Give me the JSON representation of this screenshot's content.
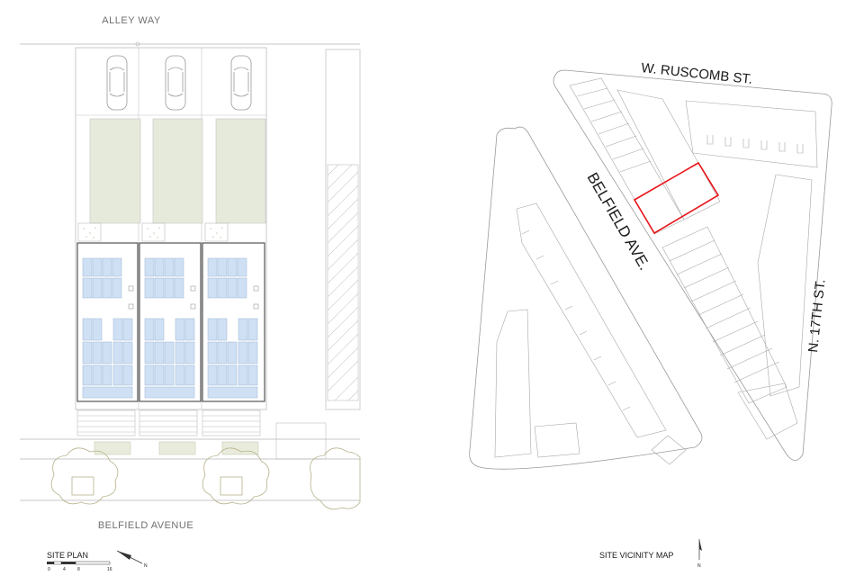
{
  "site_plan": {
    "top_label": "ALLEY WAY",
    "bottom_label": "BELFIELD AVENUE",
    "caption": "SITE PLAN",
    "scale_ticks": [
      "0",
      "4",
      "8",
      "16"
    ],
    "north_label": "N"
  },
  "vicinity_map": {
    "street_top": "W. RUSCOMB ST.",
    "street_main": "BELFIELD AVE.",
    "street_right": "N. 17TH ST.",
    "caption": "SITE VICINITY MAP",
    "north_label": "N"
  },
  "colors": {
    "line": "#9a9a9a",
    "yard": "#e6eadb",
    "solar": "#cfe0f4",
    "highlight": "#e8151b"
  }
}
